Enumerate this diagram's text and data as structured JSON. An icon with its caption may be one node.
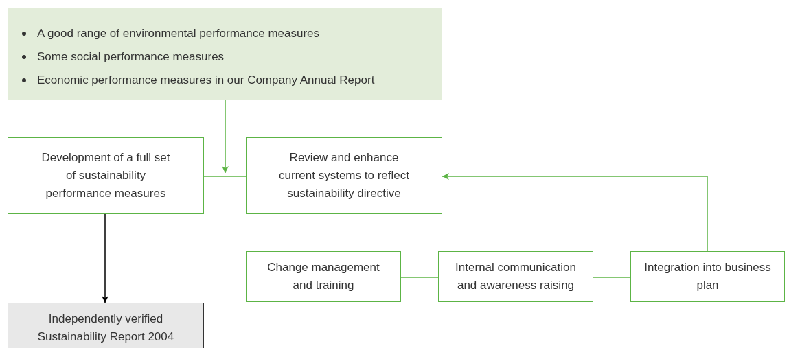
{
  "diagram": {
    "nodes": [
      {
        "text": [
          "A good range of environmental performance measures",
          "Some social performance measures",
          "Economic performance measures in our Company Annual Report"
        ]
      },
      {
        "text": [
          "Development of a full set of sustainability performance measures"
        ]
      },
      {
        "text": [
          "Review and enhance current systems to reflect sustainability directive"
        ]
      },
      {
        "text": [
          "Change management and training"
        ]
      },
      {
        "text": [
          "Internal communication and awareness raising"
        ]
      },
      {
        "text": [
          "Integration into business plan"
        ]
      },
      {
        "text": [
          "Independently verified Sustainability Report 2004"
        ]
      }
    ],
    "edges": [
      {
        "from": 0,
        "to": null,
        "arrow": "to"
      },
      {
        "from": 1,
        "to": 2,
        "arrow": "none"
      },
      {
        "from": 1,
        "to": 6,
        "arrow": "to",
        "color": "#000000"
      },
      {
        "from": 5,
        "to": 2,
        "arrow": "to"
      },
      {
        "from": 3,
        "to": 4,
        "arrow": "none"
      },
      {
        "from": 4,
        "to": 5,
        "arrow": "none"
      }
    ]
  }
}
